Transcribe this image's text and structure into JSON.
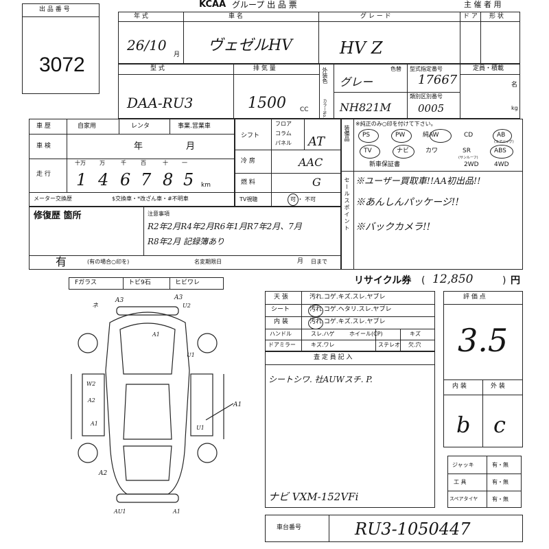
{
  "header": {
    "auction_label": "出 品 番 号",
    "lot_number": "3072",
    "brand": "KCAA",
    "title": "グループ 出 品 票",
    "organizer": "主 催 者 用"
  },
  "row1": {
    "year_label": "年 式",
    "car_name_label": "車 名",
    "grade_label": "グ レ ー ド",
    "doors_label": "ド ア",
    "body_type_label": "形 状",
    "year_value": "26/10",
    "month_suffix": "月",
    "car_name_value": "ヴェゼルHV",
    "grade_value": "HV Z"
  },
  "row2": {
    "model_label": "型 式",
    "displacement_label": "排 気 量",
    "exterior_color_label": "外装色",
    "color_no_label": "カラーNo.",
    "color_label": "色替",
    "type_designation_label": "型式指定番号",
    "class_number_label": "類別区別番号",
    "capacity_label": "定員・積載",
    "persons_unit": "名",
    "kg_unit": "kg",
    "model_value": "DAA-RU3",
    "displacement_value": "1500",
    "cc_unit": "CC",
    "color_value": "グレー",
    "color_code_value": "NH821M",
    "type_number_value": "17667",
    "class_number_value": "0005"
  },
  "history": {
    "car_history_label": "車 歴",
    "private_label": "自家用",
    "rental_label": "レンタ",
    "business_label": "事業.営業車",
    "inspection_label": "車 検",
    "year_label": "年",
    "month_label": "月",
    "mileage_label": "走 行",
    "digit_labels": [
      "十万",
      "万",
      "千",
      "百",
      "十",
      "一"
    ],
    "mileage_digits": [
      "1",
      "4",
      "6",
      "7",
      "8",
      "5"
    ],
    "km_unit": "km",
    "meter_label": "メーター交換歴",
    "meter_options": "$交換車・*改ざん車・#不明車"
  },
  "shift": {
    "shift_label": "シフト",
    "options": [
      "フロア",
      "コラム",
      "パネル"
    ],
    "shift_value": "AT",
    "ac_label": "冷 房",
    "ac_value": "AAC",
    "fuel_label": "燃 料",
    "fuel_value": "G",
    "tv_label": "TV視聴",
    "tv_options": "可 ・ 不可"
  },
  "equipment": {
    "label": "装備品",
    "note": "※純正のみ○印を付けて下さい。",
    "items_row1": [
      "PS",
      "PW",
      "純AW",
      "CD",
      "AB"
    ],
    "ab_note": "(エアバッグ)",
    "items_row2": [
      "TV",
      "ナビ",
      "カワ",
      "SR",
      "ABS"
    ],
    "sr_note": "(サンルーフ)",
    "items_row3": [
      "新車保証書",
      "2WD",
      "4WD"
    ]
  },
  "sales_points": {
    "label": "セールスポイント",
    "items": [
      "※ユーザー買取車!!AA初出品!!",
      "※あんしんパッケージ!!",
      "※バックカメラ!!"
    ]
  },
  "repair": {
    "label": "修復歴 箇所",
    "value": "有",
    "note": "(有の場合○印を)",
    "notes_label": "注意事項",
    "notes_line1": "R2年2月R4年2月R6年1月R7年2月、7月",
    "notes_line2": "R8年2月 記録簿あり",
    "name_change_label": "名変期限日",
    "month_label": "月",
    "until_label": "日まで"
  },
  "glass": {
    "items": [
      "Fガラス",
      "トビ9石",
      "ヒビワレ"
    ]
  },
  "recycle": {
    "label": "リサイクル券",
    "value": "12,850",
    "unit": "円"
  },
  "interior": {
    "rows": [
      {
        "label": "天 張",
        "items": "汚れ.コゲ.キズ.スレ.ヤブレ"
      },
      {
        "label": "シート",
        "items": "汚れ.コゲ.ヘタリ.スレ.ヤブレ"
      },
      {
        "label": "内 装",
        "items": "汚れ.コゲ.キズ.スレ.ヤブレ"
      }
    ],
    "handle_label": "ハンドル",
    "handle_items": "スレ.ハゲ",
    "wheel_label": "ホイール(CP)",
    "wheel_items": "キズ",
    "mirror_label": "ドアミラー",
    "mirror_items": "キズ.ワレ",
    "stereo_label": "ステレオ",
    "stereo_items": "欠.穴"
  },
  "inspector": {
    "label": "査 定 員 記 入",
    "line1": "シートシワ. 社AUWスチ. P.",
    "line2": "ナビ VXM-152VFi"
  },
  "score": {
    "label": "評 価 点",
    "value": "3.5",
    "interior_label": "内 装",
    "exterior_label": "外 装",
    "interior_value": "b",
    "exterior_value": "c"
  },
  "tools": {
    "rows": [
      {
        "label": "ジャッキ",
        "value": "有・無"
      },
      {
        "label": "工 具",
        "value": "有・無"
      },
      {
        "label": "スペアタイヤ",
        "value": "有・無"
      }
    ]
  },
  "chassis": {
    "label": "車台番号",
    "value": "RU3-1050447"
  },
  "damage_marks": {
    "front_left": "ネ",
    "front_a3_left": "A3",
    "front_a3_right": "A3",
    "front_u2": "U2",
    "hood_a1": "A1",
    "right_front_u1": "U1",
    "left_w2": "W2",
    "left_a2": "A2",
    "left_rear_a1": "A1",
    "right_a1": "A1",
    "right_rear_u1": "U1",
    "rear_a2": "A2",
    "rear_au1": "AU1",
    "rear_a1": "A1"
  }
}
